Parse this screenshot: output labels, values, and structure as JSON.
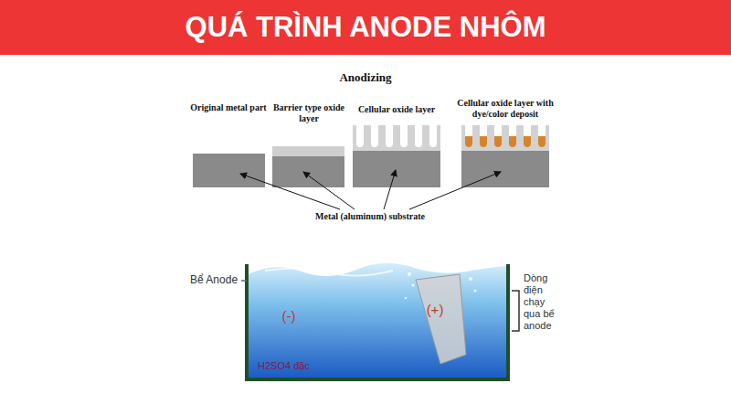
{
  "diagram": {
    "title": "QUÁ TRÌNH ANODE NHÔM",
    "nodes": [
      {
        "text": [
          "Original metal part"
        ]
      },
      {
        "text": [
          "Barrier type oxide layer"
        ]
      },
      {
        "text": [
          "Cellular oxide layer"
        ]
      },
      {
        "text": [
          "Cellular oxide layer with dye/color deposit"
        ]
      }
    ],
    "labels": [
      "Anodizing",
      "Metal (aluminum) substrate",
      "Bể Anode",
      "(-)",
      "(+)",
      "H2SO4 đặc",
      "Dòng điện chạy qua bể anode"
    ]
  }
}
